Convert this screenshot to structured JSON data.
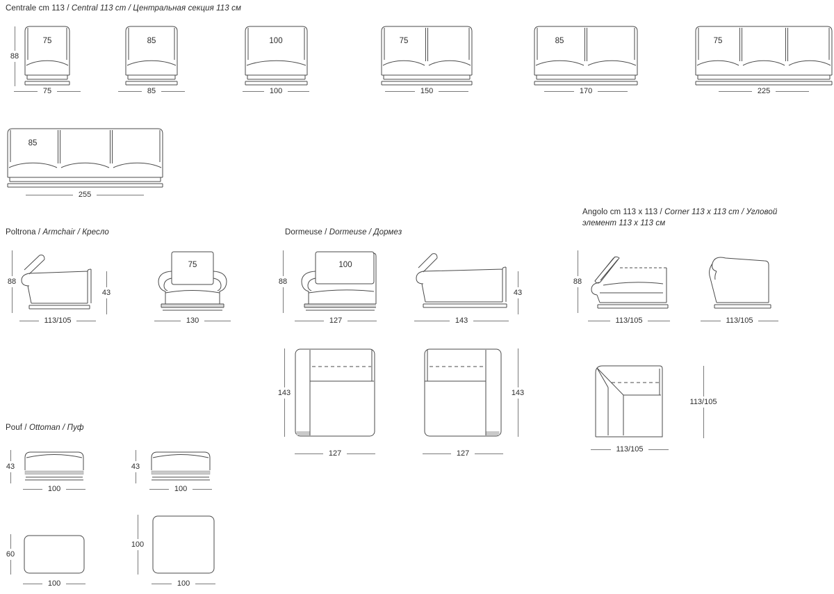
{
  "titles": {
    "centrale": {
      "p1": "Centrale cm 113 / ",
      "p2": "Central 113 cm / ",
      "p3": "Центральная секция 113 см"
    },
    "poltrona": {
      "p1": "Poltrona / ",
      "p2": "Armchair / ",
      "p3": "Кресло"
    },
    "dormeuse": {
      "p1": "Dormeuse / ",
      "p2": "Dormeuse / ",
      "p3": "Дормез"
    },
    "angolo": {
      "p1": "Angolo cm 113 x 113 / ",
      "p2": "Corner 113 x 113 cm / ",
      "p3": "Угловой элемент 113 x 113 см"
    },
    "pouf": {
      "p1": "Pouf / ",
      "p2": "Ottoman / ",
      "p3": "Пуф"
    }
  },
  "centrale": {
    "height": "88",
    "modules": [
      {
        "cushion": "75",
        "width": "75"
      },
      {
        "cushion": "85",
        "width": "85"
      },
      {
        "cushion": "100",
        "width": "100"
      },
      {
        "cushion": "75",
        "width": "150"
      },
      {
        "cushion": "85",
        "width": "170"
      },
      {
        "cushion": "75",
        "width": "225"
      },
      {
        "cushion": "85",
        "width": "255"
      }
    ]
  },
  "poltrona": {
    "height": "88",
    "seat_height": "43",
    "depth": "113/105",
    "cushion": "75",
    "width": "130"
  },
  "dormeuse": {
    "height": "88",
    "cushion": "100",
    "width": "127",
    "depth": "143",
    "seat_height": "43",
    "top": {
      "depth": "143",
      "width": "127"
    }
  },
  "angolo": {
    "height": "88",
    "side_width": "113/105",
    "side2_width": "113/105",
    "top_depth": "113/105",
    "top_width": "113/105"
  },
  "pouf": {
    "front_height": "43",
    "front_width": "100",
    "top1_depth": "60",
    "top1_width": "100",
    "top2_depth": "100",
    "top2_width": "100"
  }
}
